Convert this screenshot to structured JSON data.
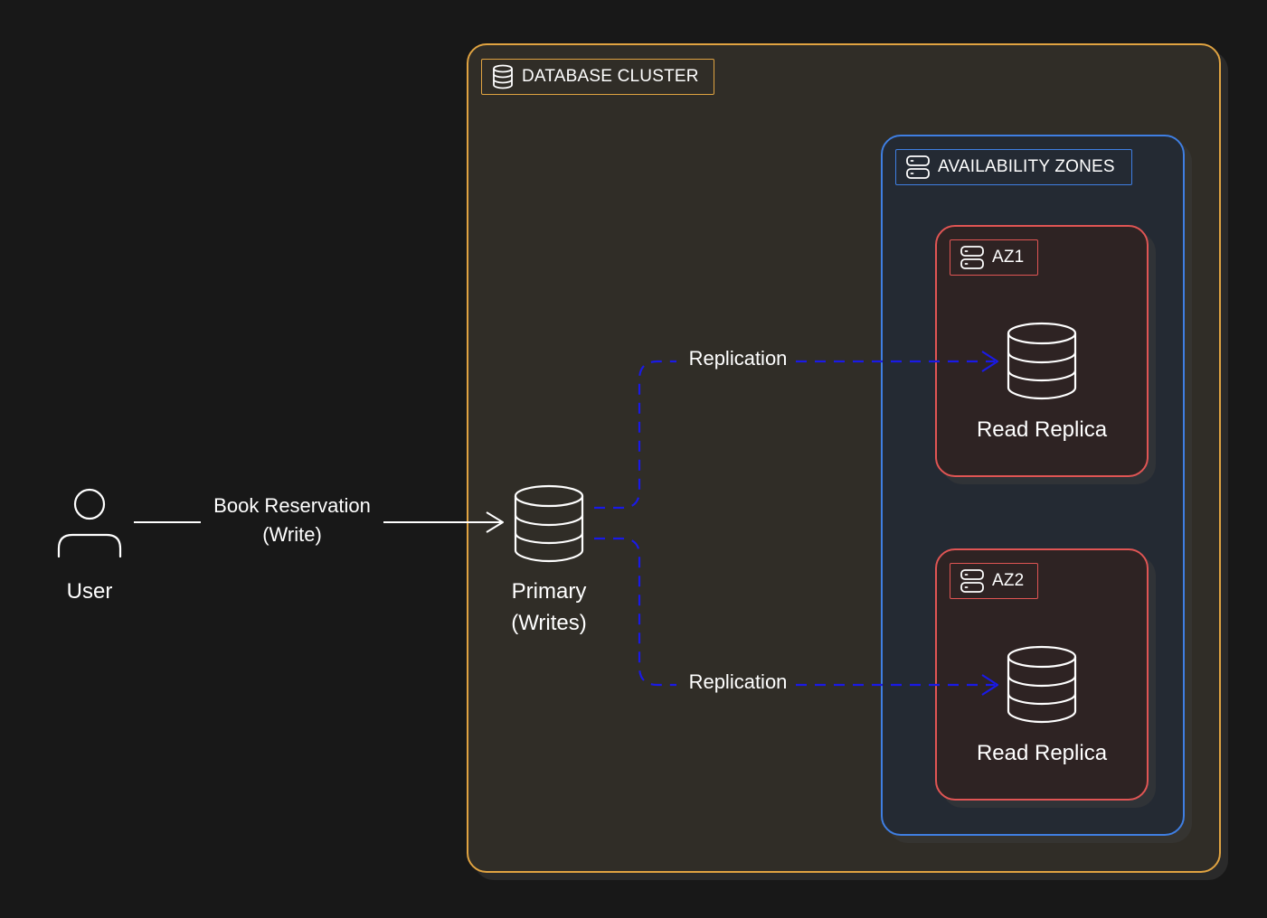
{
  "groups": {
    "cluster": {
      "label": "DATABASE CLUSTER",
      "icon": "database-icon",
      "color": "#e0a341"
    },
    "zones": {
      "label": "AVAILABILITY ZONES",
      "icon": "server-icon",
      "color": "#3f7fe3"
    },
    "az1": {
      "label": "AZ1",
      "icon": "server-icon",
      "color": "#e05554"
    },
    "az2": {
      "label": "AZ2",
      "icon": "server-icon",
      "color": "#e05554"
    }
  },
  "nodes": {
    "user": {
      "label": "User",
      "icon": "user-icon"
    },
    "primary": {
      "line1": "Primary",
      "line2": "(Writes)",
      "icon": "database-icon"
    },
    "replica1": {
      "label": "Read Replica",
      "icon": "database-icon"
    },
    "replica2": {
      "label": "Read Replica",
      "icon": "database-icon"
    }
  },
  "edges": {
    "write": {
      "line1": "Book Reservation",
      "line2": "(Write)",
      "color": "#ffffff"
    },
    "rep1": {
      "label": "Replication",
      "color": "#1a1ae6"
    },
    "rep2": {
      "label": "Replication",
      "color": "#1a1ae6"
    }
  }
}
